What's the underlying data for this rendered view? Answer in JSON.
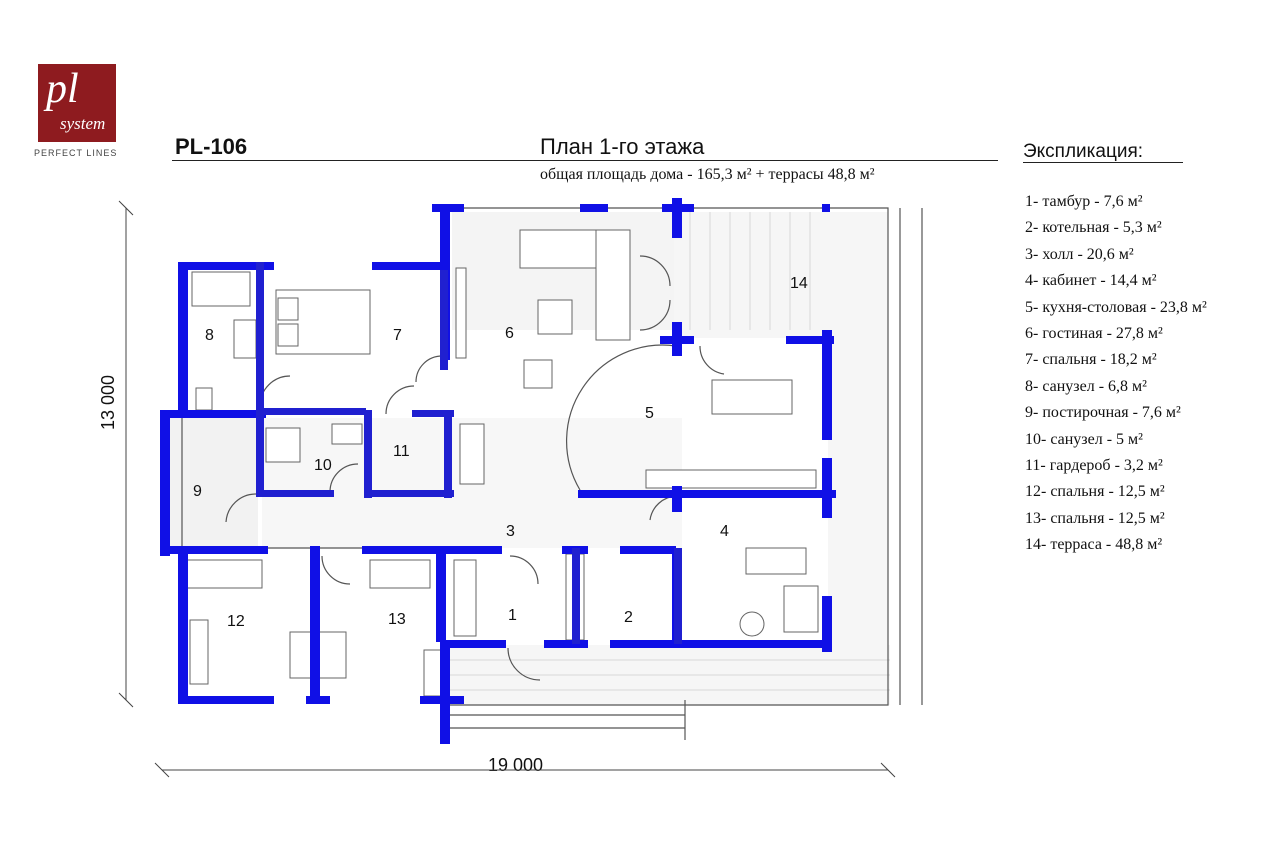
{
  "logo": {
    "mark": "pl",
    "word": "system",
    "caption": "PERFECT LINES"
  },
  "header": {
    "code": "PL-106",
    "title": "План 1-го этажа",
    "area": "общая площадь дома - 165,3 м² + террасы 48,8 м²"
  },
  "explication": {
    "title": "Экспликация:",
    "items": [
      "1- тамбур - 7,6 м²",
      "2- котельная - 5,3 м²",
      "3- холл - 20,6 м²",
      "4- кабинет - 14,4 м²",
      "5- кухня-столовая - 23,8 м²",
      "6- гостиная - 27,8 м²",
      "7- спальня - 18,2 м²",
      "8- санузел - 6,8 м²",
      "9- постирочная - 7,6 м²",
      "10- санузел - 5 м²",
      "11- гардероб - 3,2 м²",
      "12- спальня - 12,5 м²",
      "13- спальня - 12,5 м²",
      "14- терраса - 48,8 м²"
    ]
  },
  "dimensions": {
    "height": "13 000",
    "width": "19 000"
  },
  "rooms": {
    "r1": "1",
    "r2": "2",
    "r3": "3",
    "r4": "4",
    "r5": "5",
    "r6": "6",
    "r7": "7",
    "r8": "8",
    "r9": "9",
    "r10": "10",
    "r11": "11",
    "r12": "12",
    "r13": "13",
    "r14": "14"
  },
  "colors": {
    "wall": "#1010e6",
    "partition": "#2020d0",
    "line": "#555555",
    "logo": "#8e1b1f"
  }
}
